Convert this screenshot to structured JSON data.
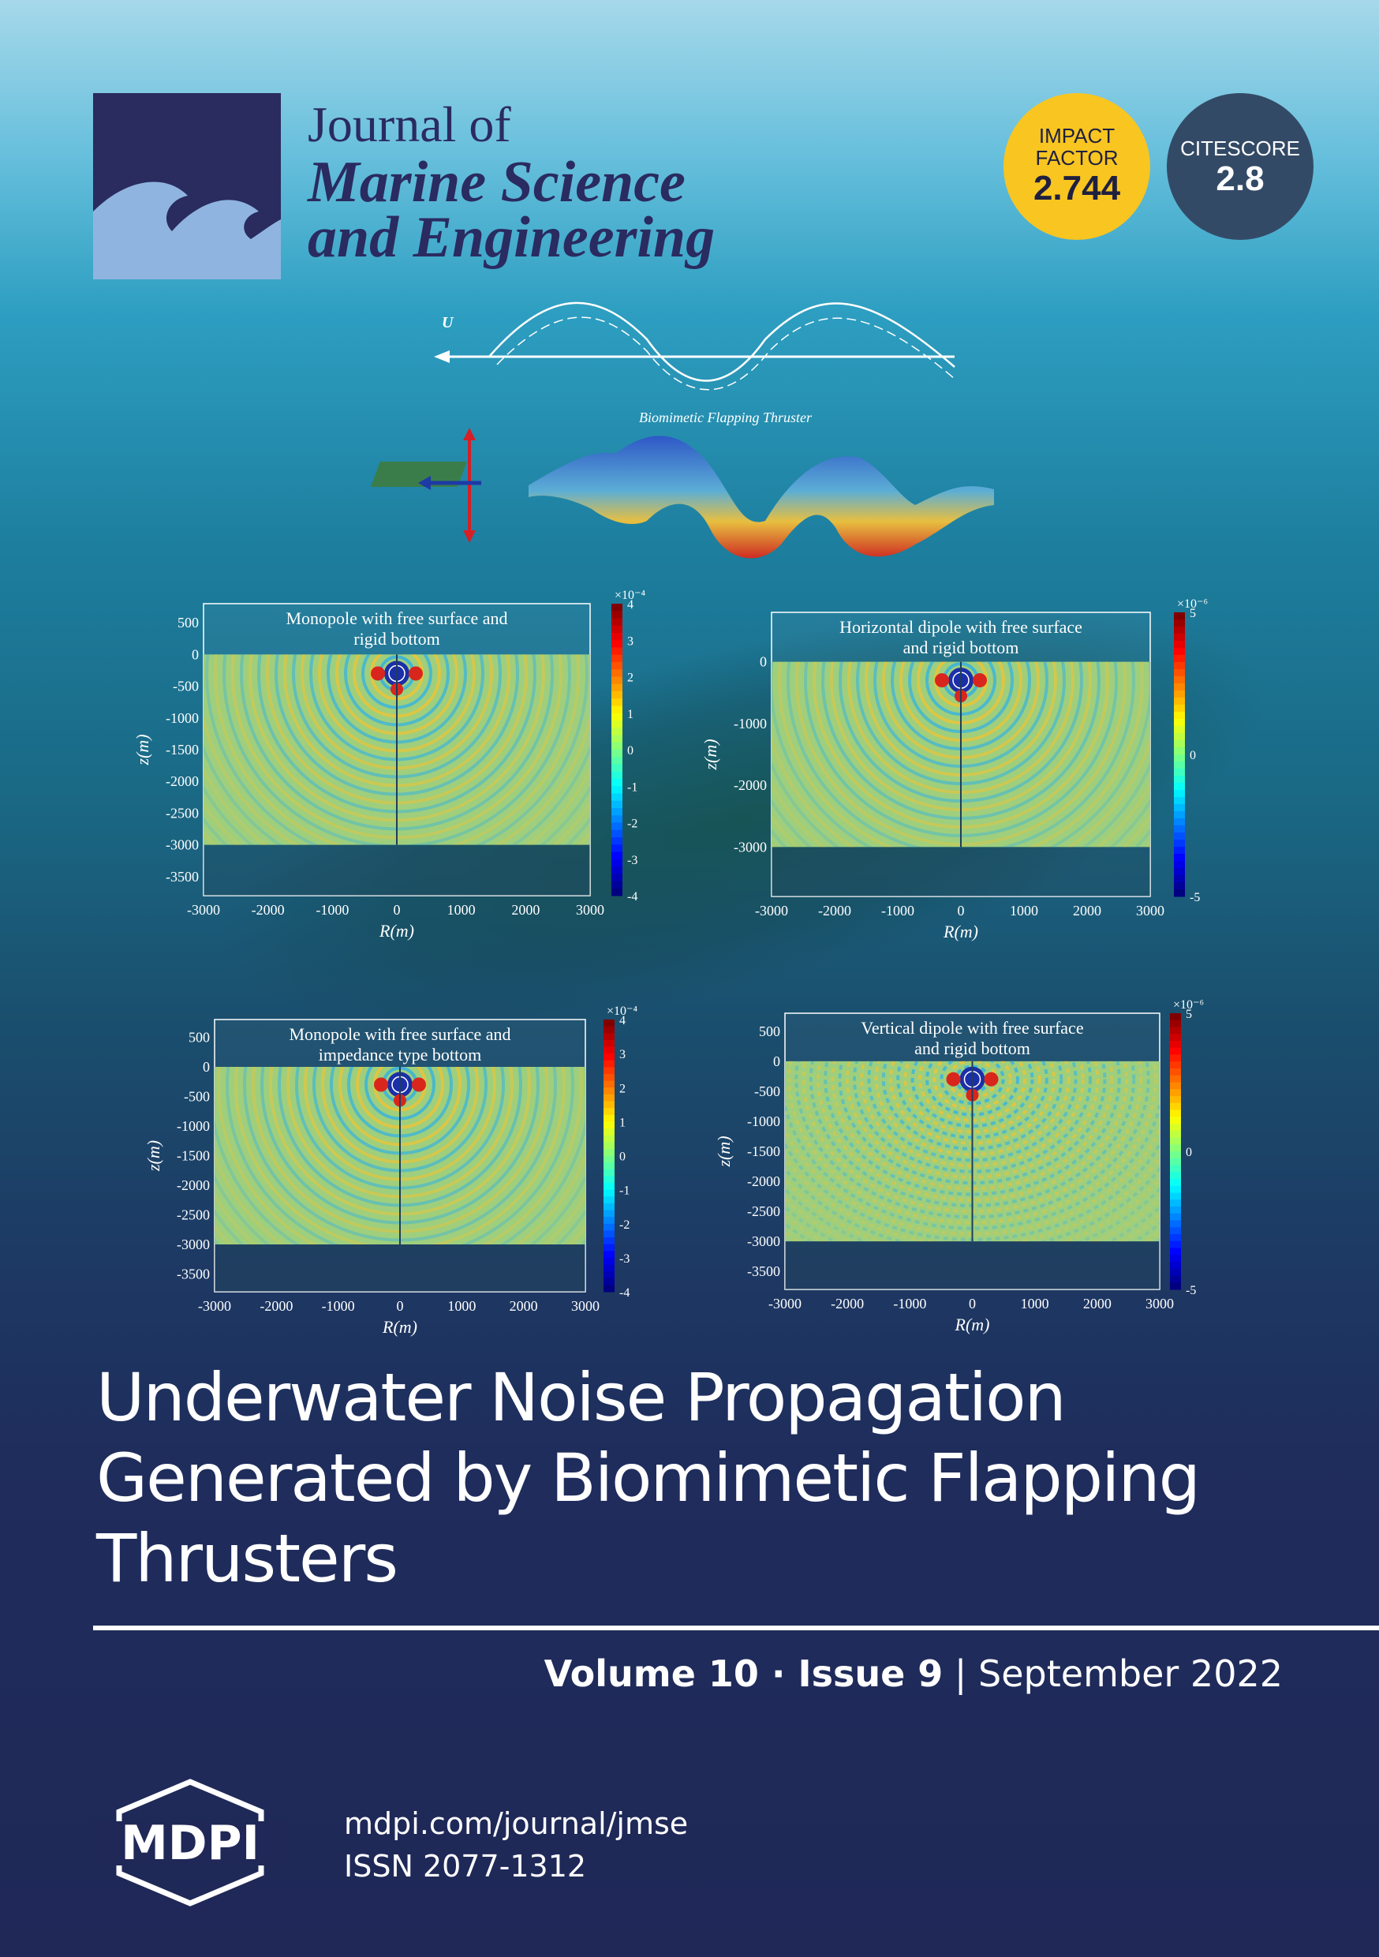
{
  "journal": {
    "title_line1": "Journal of",
    "title_line2": "Marine Science",
    "title_line3": "and Engineering"
  },
  "badges": {
    "impact_label1": "IMPACT",
    "impact_label2": "FACTOR",
    "impact_value": "2.744",
    "citescore_label": "CITESCORE",
    "citescore_value": "2.8"
  },
  "thruster": {
    "velocity_label": "U",
    "caption": "Biomimetic Flapping Thruster"
  },
  "article": {
    "title_line1": "Underwater Noise Propagation",
    "title_line2": "Generated by Biomimetic Flapping",
    "title_line3": "Thrusters"
  },
  "issue": {
    "volume": "Volume 10",
    "dot": " · ",
    "issue": "Issue 9",
    "sep": " | ",
    "date": "September 2022"
  },
  "publisher": {
    "logo_text": "MDPI",
    "url": "mdpi.com/journal/jmse",
    "issn": "ISSN 2077-1312"
  },
  "chart_data": [
    {
      "type": "heatmap",
      "title_line1": "Monopole with free surface and",
      "title_line2": "rigid bottom",
      "xlabel": "R(m)",
      "ylabel": "z(m)",
      "xlim": [
        -3000,
        3000
      ],
      "ylim": [
        -3800,
        800
      ],
      "xticks": [
        "-3000",
        "-2000",
        "-1000",
        "0",
        "1000",
        "2000",
        "3000"
      ],
      "yticks": [
        "500",
        "0",
        "-500",
        "-1000",
        "-1500",
        "-2000",
        "-2500",
        "-3000",
        "-3500"
      ],
      "colorbar_scale": "×10⁻⁴",
      "colorbar_ticks": [
        "4",
        "3",
        "2",
        "1",
        "0",
        "-1",
        "-2",
        "-3",
        "-4"
      ]
    },
    {
      "type": "heatmap",
      "title_line1": "Horizontal dipole with free surface",
      "title_line2": "and rigid bottom",
      "xlabel": "R(m)",
      "ylabel": "z(m)",
      "xlim": [
        -3000,
        3000
      ],
      "ylim": [
        -3800,
        800
      ],
      "xticks": [
        "-3000",
        "-2000",
        "-1000",
        "0",
        "1000",
        "2000",
        "3000"
      ],
      "yticks": [
        "0",
        "-1000",
        "-2000",
        "-3000"
      ],
      "colorbar_scale": "×10⁻⁶",
      "colorbar_ticks": [
        "5",
        "0",
        "-5"
      ]
    },
    {
      "type": "heatmap",
      "title_line1": "Monopole with free surface and",
      "title_line2": "impedance type bottom",
      "xlabel": "R(m)",
      "ylabel": "z(m)",
      "xlim": [
        -3000,
        3000
      ],
      "ylim": [
        -3800,
        800
      ],
      "xticks": [
        "-3000",
        "-2000",
        "-1000",
        "0",
        "1000",
        "2000",
        "3000"
      ],
      "yticks": [
        "500",
        "0",
        "-500",
        "-1000",
        "-1500",
        "-2000",
        "-2500",
        "-3000",
        "-3500"
      ],
      "colorbar_scale": "×10⁻⁴",
      "colorbar_ticks": [
        "4",
        "3",
        "2",
        "1",
        "0",
        "-1",
        "-2",
        "-3",
        "-4"
      ]
    },
    {
      "type": "heatmap",
      "title_line1": "Vertical dipole with free surface",
      "title_line2": "and rigid bottom",
      "xlabel": "R(m)",
      "ylabel": "z(m)",
      "xlim": [
        -3000,
        3000
      ],
      "ylim": [
        -3800,
        800
      ],
      "xticks": [
        "-3000",
        "-2000",
        "-1000",
        "0",
        "1000",
        "2000",
        "3000"
      ],
      "yticks": [
        "500",
        "0",
        "-500",
        "-1000",
        "-1500",
        "-2000",
        "-2500",
        "-3000",
        "-3500"
      ],
      "colorbar_scale": "×10⁻⁶",
      "colorbar_ticks": [
        "5",
        "0",
        "-5"
      ]
    }
  ]
}
